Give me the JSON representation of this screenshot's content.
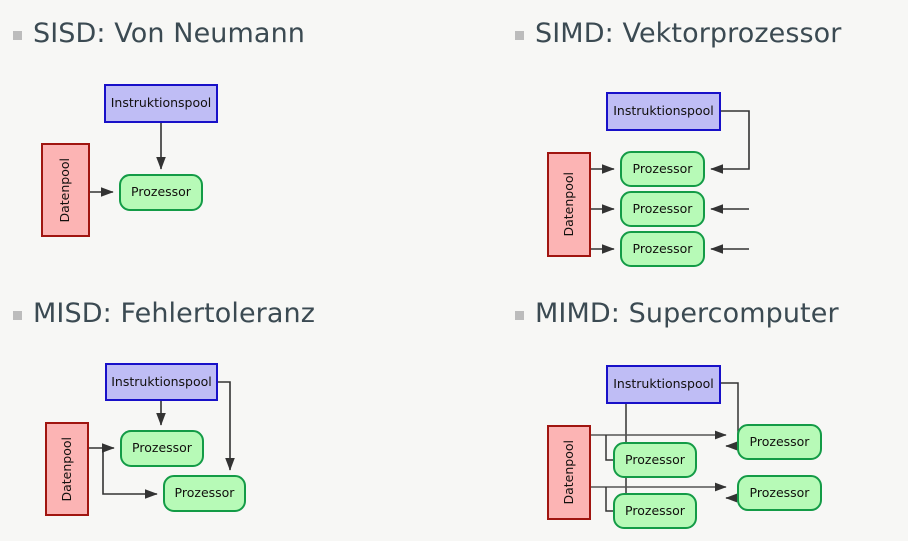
{
  "slide": {
    "background_color": "#f7f7f5",
    "heading_color": "#3b4a52",
    "bullet_color": "#bcbcbc"
  },
  "palette": {
    "instruction_fill": "#bfbdf5",
    "instruction_stroke": "#1810c8",
    "processor_fill": "#b7fab7",
    "processor_stroke": "#139b46",
    "data_fill": "#fcb4b4",
    "data_stroke": "#a01510",
    "arrow_color": "#333333"
  },
  "labels": {
    "instruction_pool": "Instruktionspool",
    "processor": "Prozessor",
    "data_pool": "Datenpool"
  },
  "quadrants": [
    {
      "id": "sisd",
      "heading": "SISD: Von Neumann",
      "instruction_pools": 1,
      "data_pools": 1,
      "processors": [
        "Prozessor"
      ]
    },
    {
      "id": "simd",
      "heading": "SIMD: Vektorprozessor",
      "instruction_pools": 1,
      "data_pools": 1,
      "processors": [
        "Prozessor",
        "Prozessor",
        "Prozessor"
      ]
    },
    {
      "id": "misd",
      "heading": "MISD: Fehlertoleranz",
      "instruction_pools": 1,
      "data_pools": 1,
      "processors": [
        "Prozessor",
        "Prozessor"
      ]
    },
    {
      "id": "mimd",
      "heading": "MIMD: Supercomputer",
      "instruction_pools": 1,
      "data_pools": 1,
      "processors": [
        "Prozessor",
        "Prozessor",
        "Prozessor",
        "Prozessor"
      ]
    }
  ]
}
